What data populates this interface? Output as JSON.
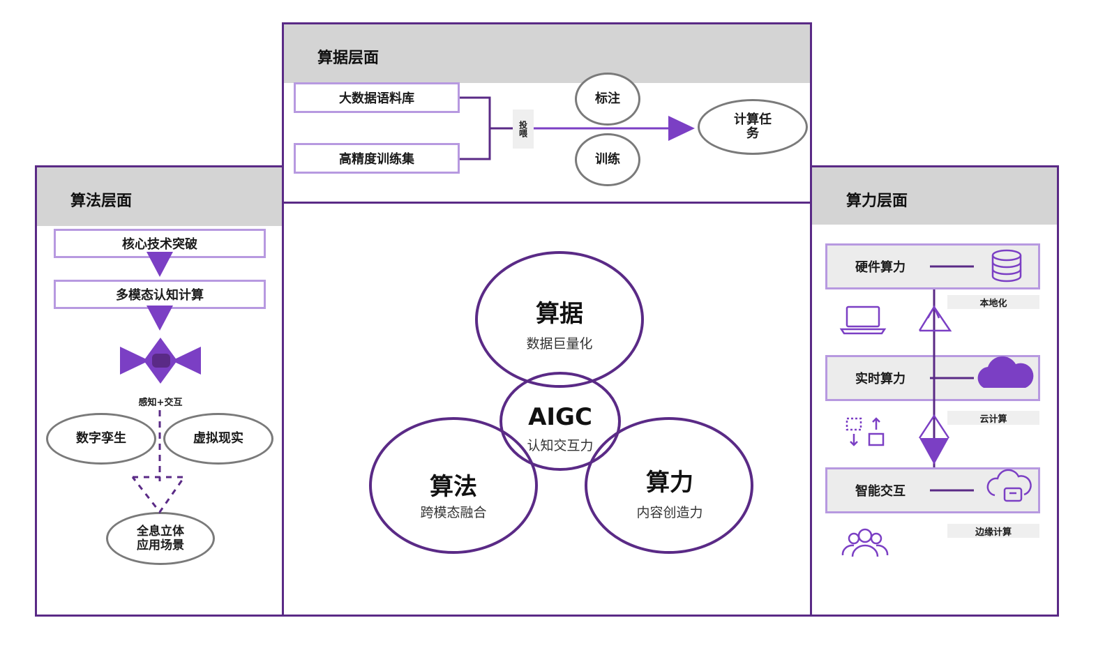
{
  "data_layer": {
    "title": "算据层面",
    "source1": "大数据语料库",
    "source2": "高精度训练集",
    "input_label": "投喂",
    "process1": "标注",
    "process2": "训练",
    "output": "计算任务"
  },
  "algo_layer": {
    "title": "算法层面",
    "step1": "核心技术突破",
    "step2": "多模态认知计算",
    "interaction": "感知+交互",
    "branch1": "数字孪生",
    "branch2": "虚拟现实",
    "result": "全息立体应用场景"
  },
  "center": {
    "data_title": "算据",
    "data_sub": "数据巨量化",
    "aigc_title": "AIGC",
    "aigc_sub": "认知交互力",
    "algo_title": "算法",
    "algo_sub": "跨模态融合",
    "power_title": "算力",
    "power_sub": "内容创造力"
  },
  "power_layer": {
    "title": "算力层面",
    "item1": "硬件算力",
    "item1_tag": "本地化",
    "item2": "实时算力",
    "item2_tag": "云计算",
    "item3": "智能交互",
    "item3_tag": "边缘计算"
  },
  "colors": {
    "primary": "#5a2a86",
    "accent": "#7b3fc4",
    "light_border": "#b799e0",
    "header_gray": "#d4d4d4"
  },
  "icons": [
    "database-icon",
    "laptop-icon",
    "recycle-icon",
    "cloud-icon",
    "transfer-icon",
    "cloud-device-icon",
    "users-icon"
  ]
}
